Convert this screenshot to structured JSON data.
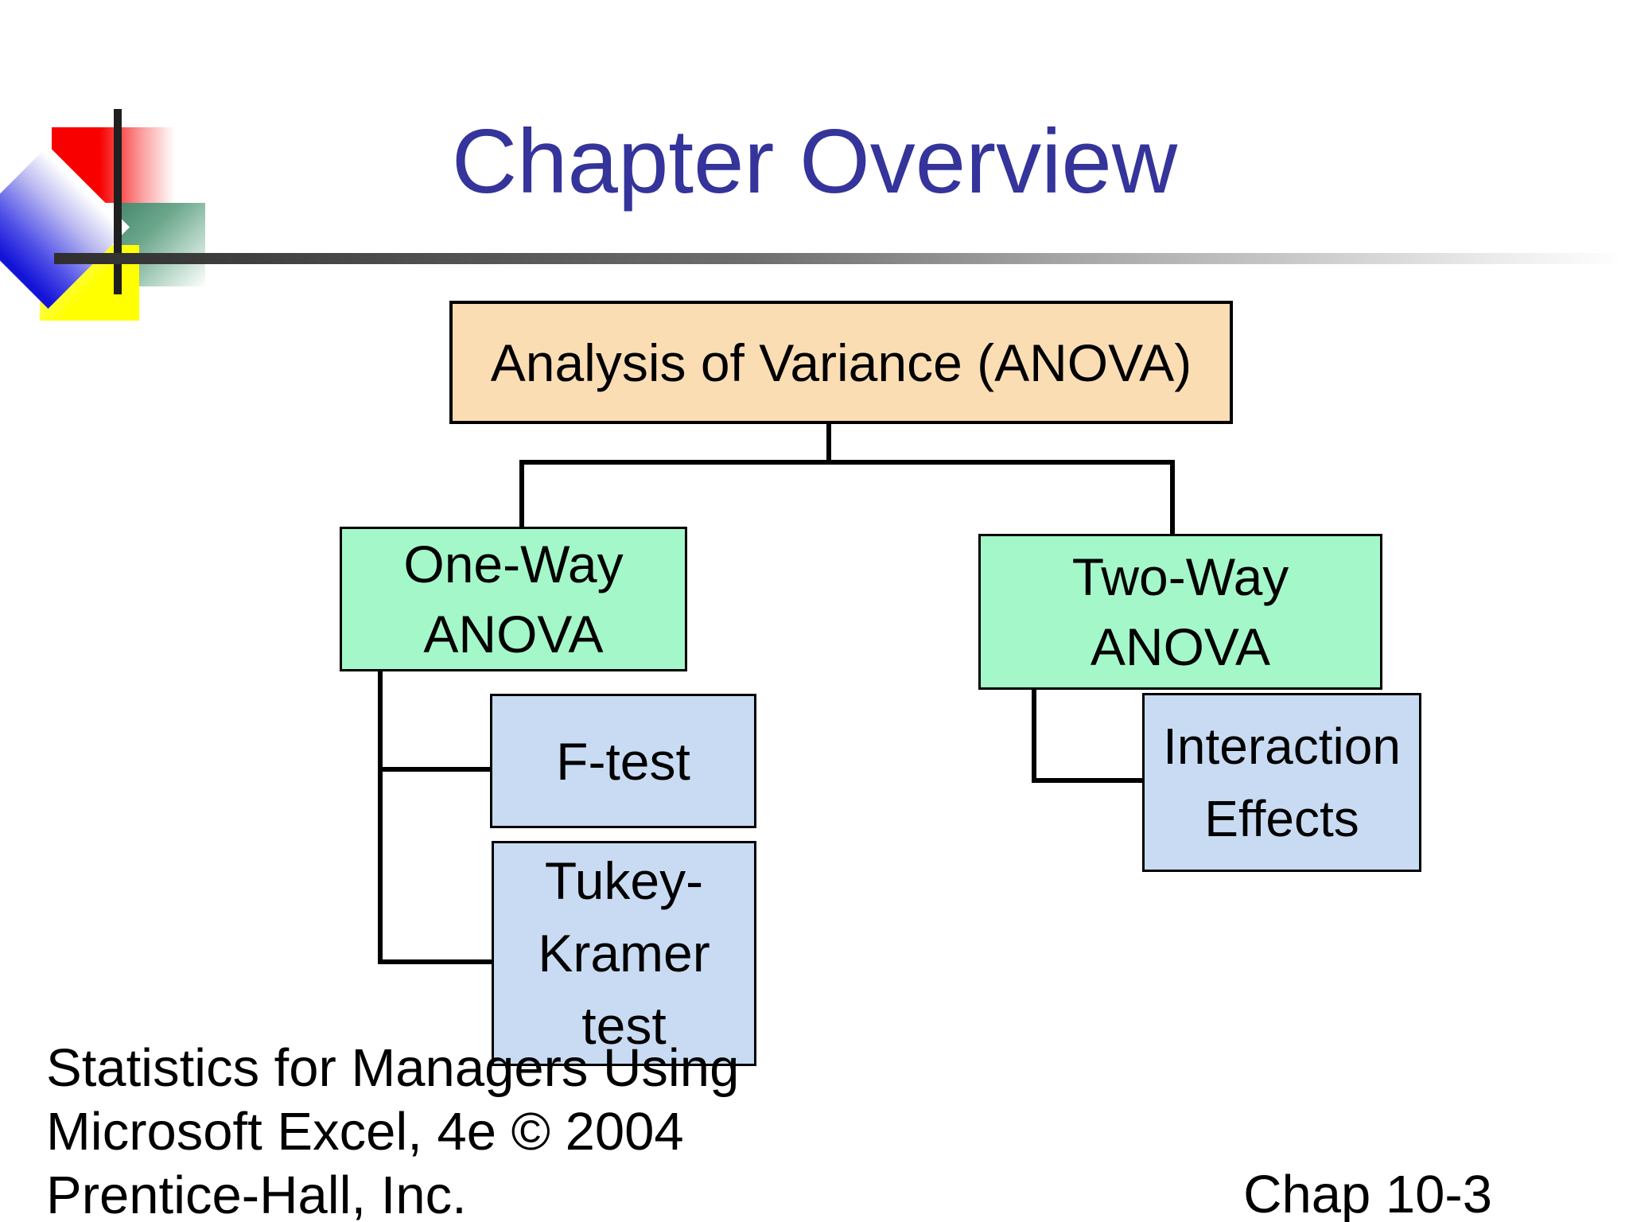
{
  "slide": {
    "title": "Chapter Overview",
    "page_label": "Chap 10-3",
    "footer": {
      "line1": "Statistics for Managers Using",
      "line2": "Microsoft Excel, 4e © 2004",
      "line3": "Prentice-Hall, Inc."
    }
  },
  "diagram": {
    "type": "hierarchy",
    "nodes": {
      "anova": {
        "line1": "Analysis of Variance (ANOVA)",
        "role": "root"
      },
      "oneway": {
        "line1": "One-Way",
        "line2": "ANOVA",
        "parent": "anova"
      },
      "twoway": {
        "line1": "Two-Way",
        "line2": "ANOVA",
        "parent": "anova"
      },
      "ftest": {
        "line1": "F-test",
        "parent": "oneway"
      },
      "tukey": {
        "line1": "Tukey-",
        "line2": "Kramer",
        "line3": "test",
        "parent": "oneway"
      },
      "interaction": {
        "line1": "Interaction",
        "line2": "Effects",
        "parent": "twoway"
      }
    }
  },
  "colors": {
    "title-blue": "#34349b",
    "root-fill": "#fbddb4",
    "level2-fill": "#a4f7c8",
    "leaf-fill": "#c9dbf2",
    "line-black": "#000000",
    "logo-red": "#f80000",
    "logo-green": "#49896d",
    "logo-yellow": "#ffff00",
    "logo-blue": "#1414d8"
  }
}
